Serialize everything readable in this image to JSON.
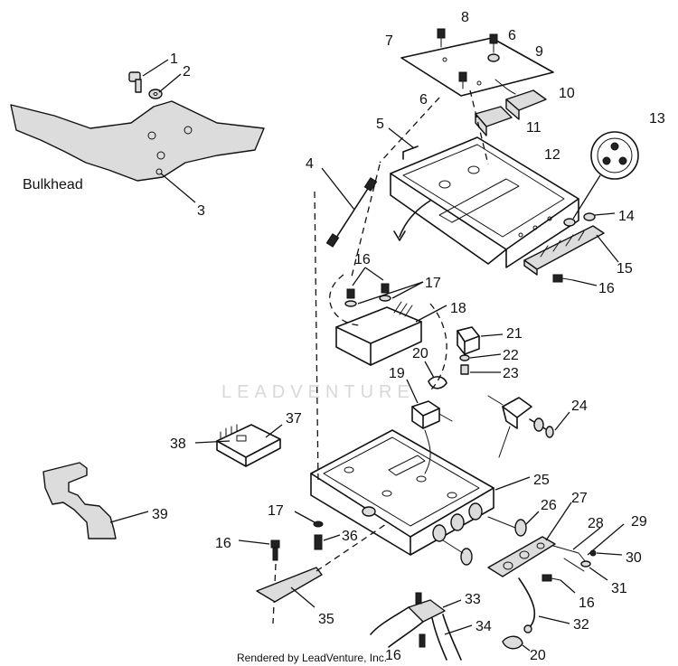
{
  "diagram": {
    "region_label": "Bulkhead",
    "watermark": "LEADVENTURE",
    "credit": "Rendered by LeadVenture, Inc.",
    "callouts": [
      {
        "id": "c1",
        "text": "1"
      },
      {
        "id": "c2",
        "text": "2"
      },
      {
        "id": "c3",
        "text": "3"
      },
      {
        "id": "c4",
        "text": "4"
      },
      {
        "id": "c5",
        "text": "5"
      },
      {
        "id": "c6a",
        "text": "6"
      },
      {
        "id": "c6b",
        "text": "6"
      },
      {
        "id": "c7",
        "text": "7"
      },
      {
        "id": "c8",
        "text": "8"
      },
      {
        "id": "c9",
        "text": "9"
      },
      {
        "id": "c10",
        "text": "10"
      },
      {
        "id": "c11",
        "text": "11"
      },
      {
        "id": "c12",
        "text": "12"
      },
      {
        "id": "c13",
        "text": "13"
      },
      {
        "id": "c14",
        "text": "14"
      },
      {
        "id": "c15",
        "text": "15"
      },
      {
        "id": "c16a",
        "text": "16"
      },
      {
        "id": "c16b",
        "text": "16"
      },
      {
        "id": "c16c",
        "text": "16"
      },
      {
        "id": "c16d",
        "text": "16"
      },
      {
        "id": "c16e",
        "text": "16"
      },
      {
        "id": "c17a",
        "text": "17"
      },
      {
        "id": "c17b",
        "text": "17"
      },
      {
        "id": "c18",
        "text": "18"
      },
      {
        "id": "c19",
        "text": "19"
      },
      {
        "id": "c20a",
        "text": "20"
      },
      {
        "id": "c20b",
        "text": "20"
      },
      {
        "id": "c21",
        "text": "21"
      },
      {
        "id": "c22",
        "text": "22"
      },
      {
        "id": "c23",
        "text": "23"
      },
      {
        "id": "c24",
        "text": "24"
      },
      {
        "id": "c25",
        "text": "25"
      },
      {
        "id": "c26",
        "text": "26"
      },
      {
        "id": "c27",
        "text": "27"
      },
      {
        "id": "c28",
        "text": "28"
      },
      {
        "id": "c29",
        "text": "29"
      },
      {
        "id": "c30",
        "text": "30"
      },
      {
        "id": "c31",
        "text": "31"
      },
      {
        "id": "c32",
        "text": "32"
      },
      {
        "id": "c33",
        "text": "33"
      },
      {
        "id": "c34",
        "text": "34"
      },
      {
        "id": "c35",
        "text": "35"
      },
      {
        "id": "c36",
        "text": "36"
      },
      {
        "id": "c37",
        "text": "37"
      },
      {
        "id": "c38",
        "text": "38"
      },
      {
        "id": "c39",
        "text": "39"
      }
    ]
  }
}
